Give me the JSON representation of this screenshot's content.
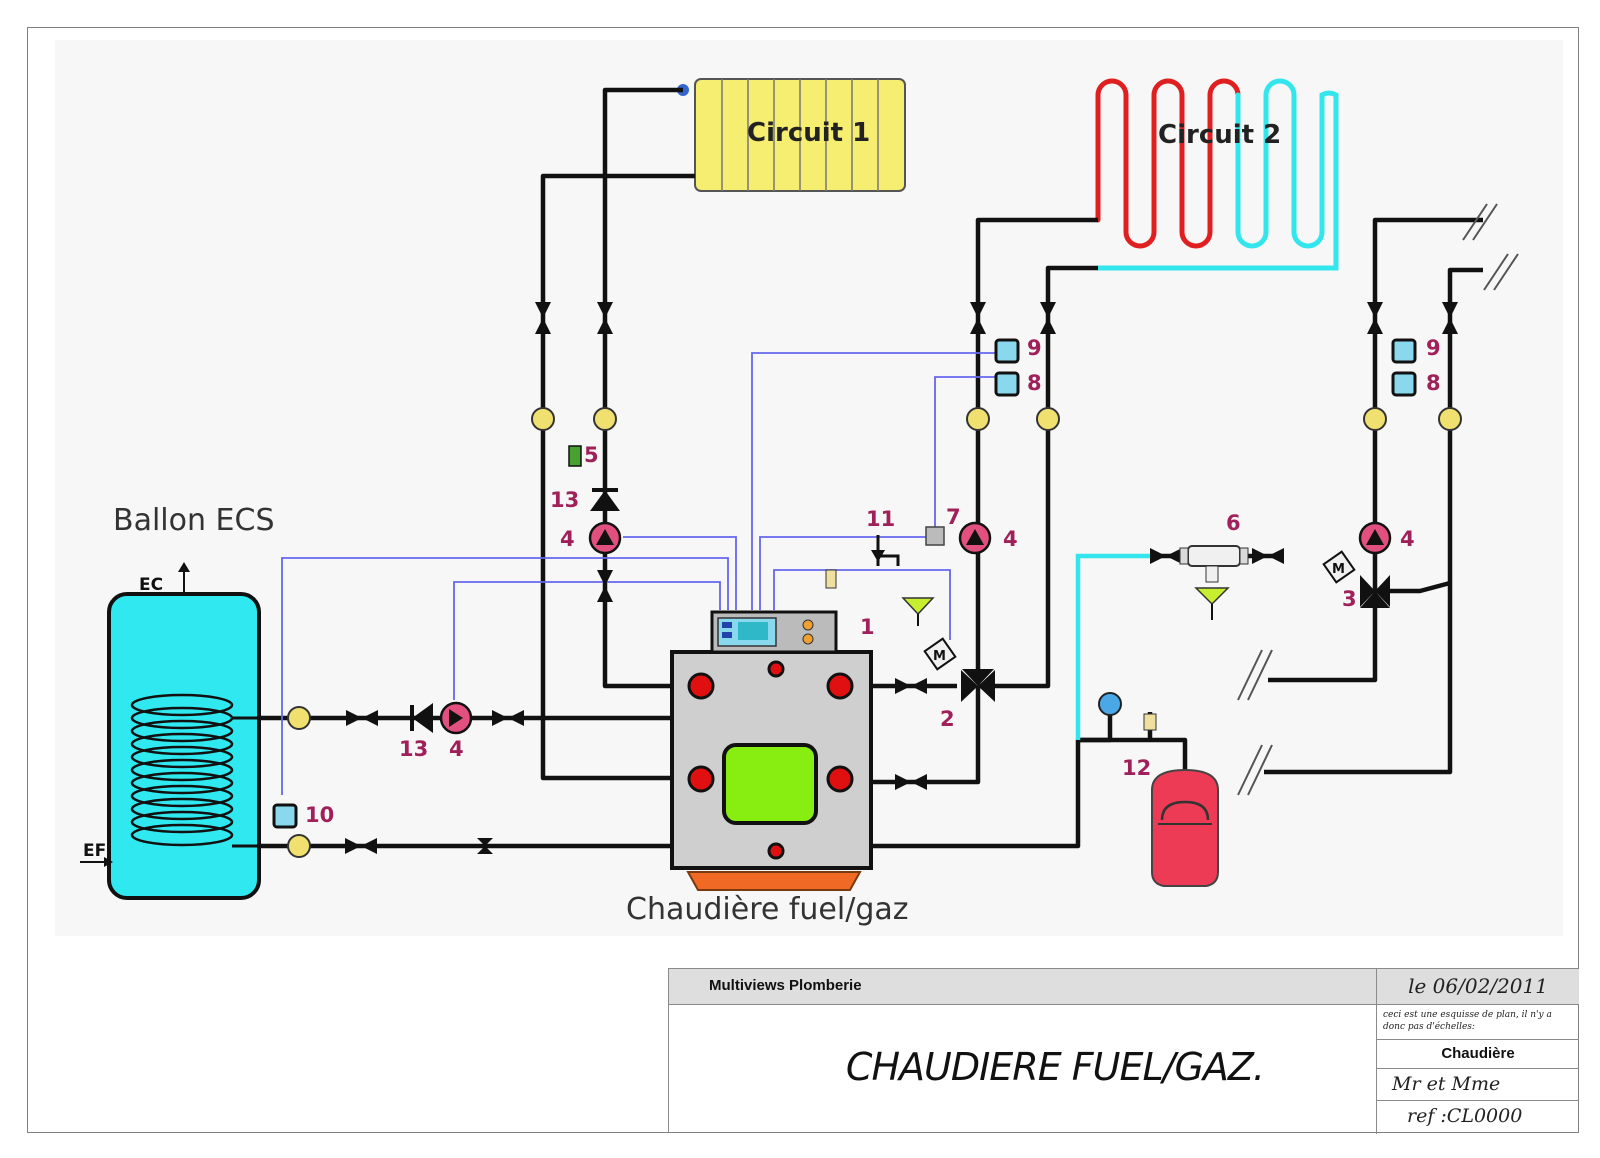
{
  "diagram": {
    "tank_label": "Ballon ECS",
    "ec_label": "EC",
    "ef_label": "EF",
    "boiler_label": "Chaudière fuel/gaz",
    "circuit1_label": "Circuit 1",
    "circuit2_label": "Circuit 2",
    "numbers": {
      "n1": "1",
      "n2": "2",
      "n3": "3",
      "n4a": "4",
      "n4b": "4",
      "n4c": "4",
      "n4d": "4",
      "n5": "5",
      "n6": "6",
      "n7": "7",
      "n8a": "8",
      "n8b": "8",
      "n9a": "9",
      "n9b": "9",
      "n10": "10",
      "n11": "11",
      "n12": "12",
      "n13a": "13",
      "n13b": "13"
    },
    "motor_label": "M",
    "colors": {
      "pipe": "#111111",
      "control_wire": "#6666ee",
      "hot": "#e02020",
      "cold": "#33e6ee",
      "radiator": "#f6ee70",
      "tank": "#2fe8f0",
      "boiler": "#cfcfcf",
      "burner_window": "#88ee11",
      "expansion_vessel": "#ee3b55",
      "marker": "#a0205a"
    }
  },
  "titleblock": {
    "company": "Multiviews Plomberie",
    "date": "le 06/02/2011",
    "title": "CHAUDIERE FUEL/GAZ.",
    "note": "ceci est une esquisse de plan, il n'y a donc pas d'échelles:",
    "label": "Chaudière",
    "client": "Mr et Mme",
    "ref": "ref :CL0000"
  }
}
